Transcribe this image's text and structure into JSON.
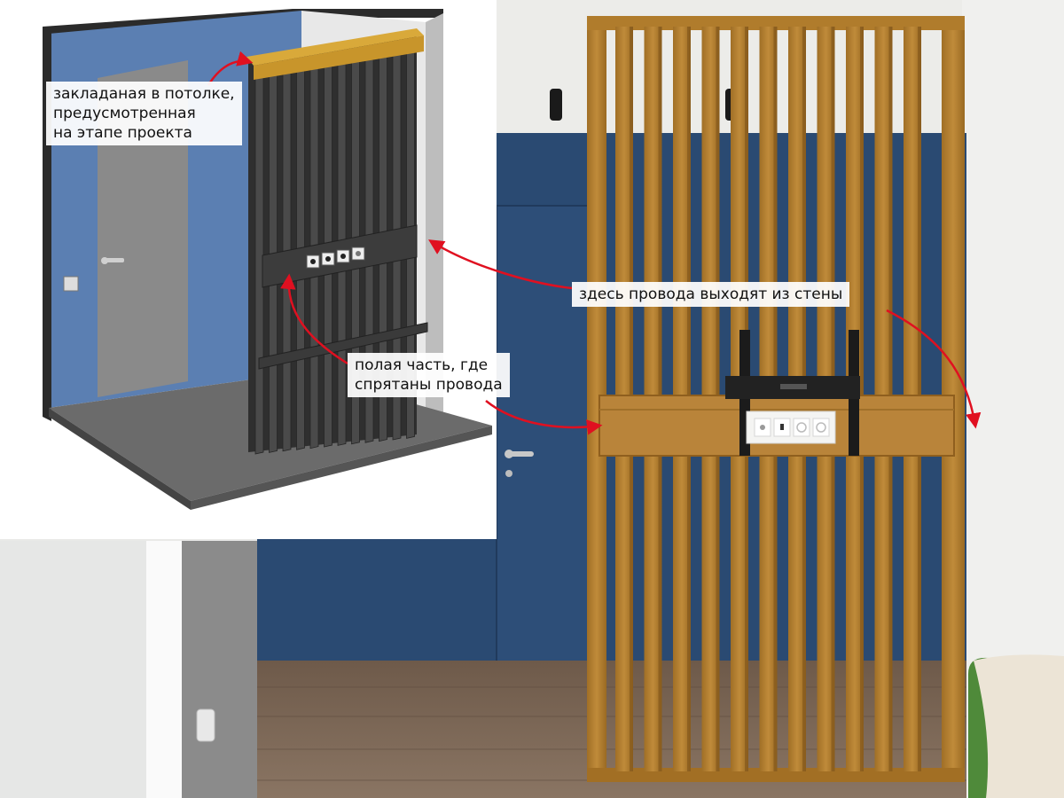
{
  "annotations": {
    "ceiling_embed": "закладаная в потолке,\nпредусмотренная\nна этапе проекта",
    "wires_exit": "здесь провода выходят из стены",
    "hollow_part": "полая часть, где\nспрятаны провода"
  },
  "colors": {
    "wall_blue": "#2a4a72",
    "wall_blue_render": "#5b7fb2",
    "oak": "#b5812f",
    "oak_dark": "#8f5f1e",
    "floor": "#7a6553",
    "white_wall": "#ececea",
    "render_slat": "#3a3a3a",
    "embed_gold": "#d9a93a",
    "arrow": "#e01020"
  },
  "render_inset": {
    "socket_icons": [
      "tv-socket-icon",
      "tv-socket-icon",
      "power-socket-icon",
      "network-socket-icon"
    ]
  },
  "photo": {
    "outlet_icons": [
      "network-outlet-icon",
      "power-switch-icon",
      "power-outlet-icon",
      "power-outlet-icon"
    ]
  }
}
